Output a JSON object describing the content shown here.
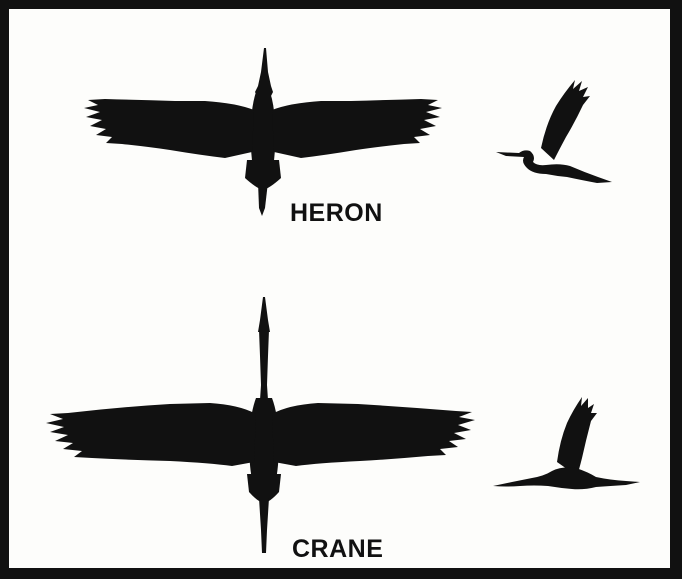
{
  "labels": {
    "heron": "HERON",
    "crane": "CRANE"
  },
  "colors": {
    "silhouette": "#111111",
    "background": "#fdfdfb",
    "border": "#111111"
  },
  "figures": [
    {
      "name": "heron",
      "views": [
        "top-down-silhouette",
        "side-silhouette"
      ]
    },
    {
      "name": "crane",
      "views": [
        "top-down-silhouette",
        "side-silhouette"
      ]
    }
  ]
}
